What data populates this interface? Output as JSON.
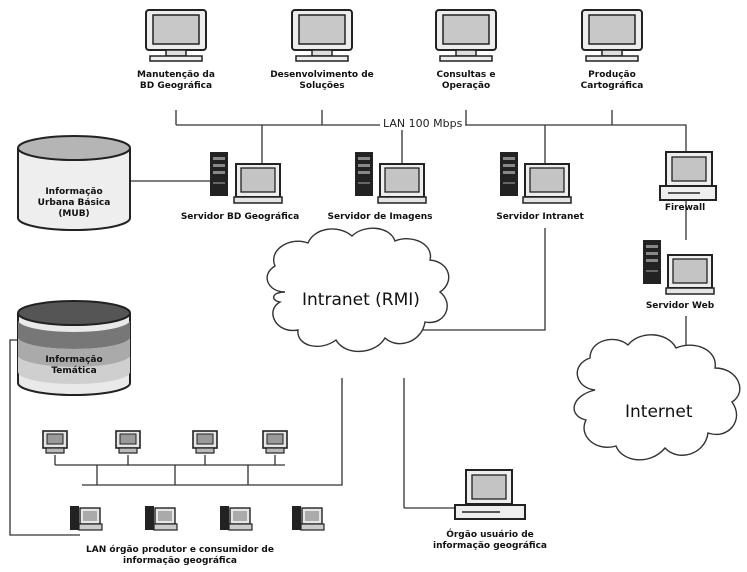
{
  "top_workstations": [
    {
      "label": "Manutenção da\nBD Geográfica"
    },
    {
      "label": "Desenvolvimento de\nSoluções"
    },
    {
      "label": "Consultas e\nOperação"
    },
    {
      "label": "Produção\nCartográfica"
    }
  ],
  "lan_label": "LAN 100 Mbps",
  "servers": [
    {
      "label": "Servidor BD Geográfica"
    },
    {
      "label": "Servidor de Imagens"
    },
    {
      "label": "Servidor Intranet"
    }
  ],
  "firewall_label": "Firewall",
  "web_server_label": "Servidor Web",
  "db_urban_label": "Informação\nUrbana Básica\n(MUB)",
  "db_thematic_label": "Informação\nTemática",
  "intranet_label": "Intranet (RMI)",
  "internet_label": "Internet",
  "lan_bottom_label": "LAN órgão produtor e consumidor de\ninformação geográfica",
  "user_org_label": "Órgão usuário de\ninformação geográfica"
}
